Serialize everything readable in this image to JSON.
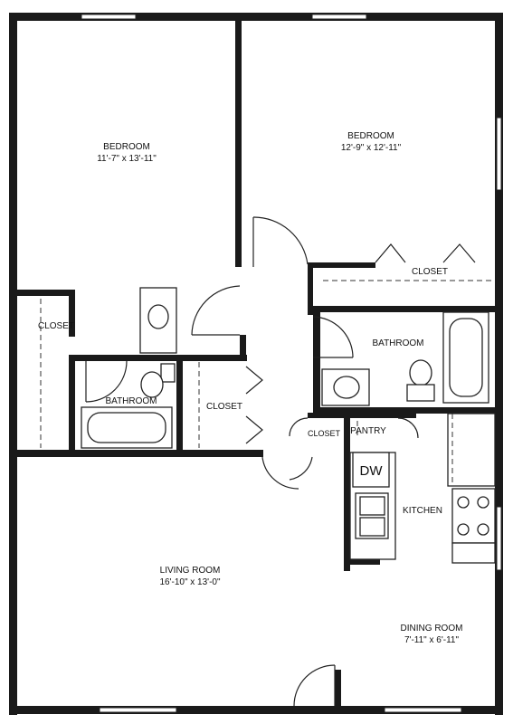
{
  "rooms": {
    "bedroom_left": {
      "name": "BEDROOM",
      "size": "11'-7\" x 13'-11\""
    },
    "bedroom_right": {
      "name": "BEDROOM",
      "size": "12'-9\" x 12'-11\""
    },
    "closet_right": {
      "name": "CLOSET"
    },
    "closet_left": {
      "name": "CLOSET"
    },
    "bathroom_left": {
      "name": "BATHROOM"
    },
    "closet_hall": {
      "name": "CLOSET"
    },
    "bathroom_right": {
      "name": "BATHROOM"
    },
    "closet_small": {
      "name": "CLOSET"
    },
    "pantry": {
      "name": "PANTRY"
    },
    "dishwasher": {
      "name": "DW"
    },
    "kitchen": {
      "name": "KITCHEN"
    },
    "living_room": {
      "name": "LIVING ROOM",
      "size": "16'-10\" x 13'-0\""
    },
    "dining_room": {
      "name": "DINING ROOM",
      "size": "7'-11\" x 6'-11\""
    }
  }
}
